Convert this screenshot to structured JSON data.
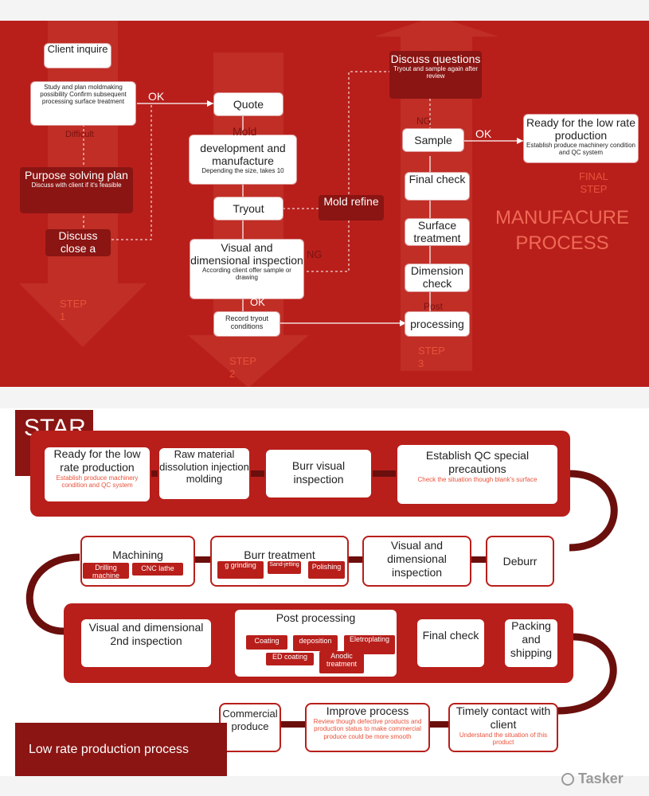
{
  "top": {
    "client_inquire": "Client inquire",
    "study_plan": "Study and plan moldmaking possibility Confirm subsequent processing surface treatment",
    "difficult": "Difficult",
    "purpose_title": "Purpose solving plan",
    "purpose_sub": "Discuss with client if it's feasible",
    "discuss_close": "Discuss close a case",
    "ok1": "OK",
    "quote": "Quote",
    "mold_dev_label": "Mold",
    "mold_dev_title": "development and manufacture",
    "mold_dev_sub": "Depending the size, takes 10",
    "tryout": "Tryout",
    "mold_refine": "Mold refine",
    "visual_title": "Visual and dimensional inspection",
    "visual_sub": "According client offer sample or drawing",
    "ng1": "NG",
    "ok2": "OK",
    "record": "Record tryout conditions",
    "discuss_q": "Discuss questions",
    "discuss_q_sub": "Tryout and sample again after review",
    "ng2": "NG",
    "sample": "Sample",
    "ok3": "OK",
    "ready_title": "Ready for the low rate production",
    "ready_sub": "Establish produce machinery condition and QC system",
    "final_check": "Final check",
    "surface": "Surface treatment",
    "dimension": "Dimension check",
    "process_label": "Post",
    "processing": "processing",
    "step1": "STEP\n1",
    "step2": "STEP\n2",
    "step3": "STEP\n3",
    "final_step": "FINAL\nSTEP",
    "manufacture_title": "MANUFACURE\nPROCESS"
  },
  "bottom": {
    "star": "STAR",
    "r1_ready_title": "Ready for the low rate production",
    "r1_ready_sub": "Establish produce machinery condition and QC system",
    "r1_raw": "Raw material dissolution injection molding",
    "r1_burr_visual": "Burr visual inspection",
    "r1_qc_title": "Establish QC special precautions",
    "r1_qc_sub": "Check the situation though blank's surface",
    "r2_machining": "Machining",
    "r2_drilling": "Drilling machine",
    "r2_cnc": "CNC lathe",
    "r2_burr_treat": "Burr treatment",
    "r2_grinding": "g grinding",
    "r2_sand": "Sand-jetting",
    "r2_polish": "Polishing",
    "r2_visual": "Visual and dimensional inspection",
    "r2_deburr": "Deburr",
    "r3_visual2": "Visual and dimensional 2nd inspection",
    "r3_post": "Post processing",
    "r3_coating": "Coating",
    "r3_deposit": "deposition",
    "r3_electro": "Eletroplating",
    "r3_ed": "ED coating",
    "r3_anodic": "Anodic treatment",
    "r3_final": "Final check",
    "r3_pack": "Packing and shipping",
    "r4_commercial": "Commercial produce",
    "r4_improve_title": "Improve process",
    "r4_improve_sub": "Review though defective products and production status to make commercial produce could be more smooth",
    "r4_timely_title": "Timely contact with client",
    "r4_timely_sub": "Understand the situation of this product",
    "footer": "Low rate production process"
  },
  "watermark": "Tasker",
  "colors": {
    "red": "#b81f1b",
    "dark": "#8a1513",
    "accent": "#e9523a"
  }
}
